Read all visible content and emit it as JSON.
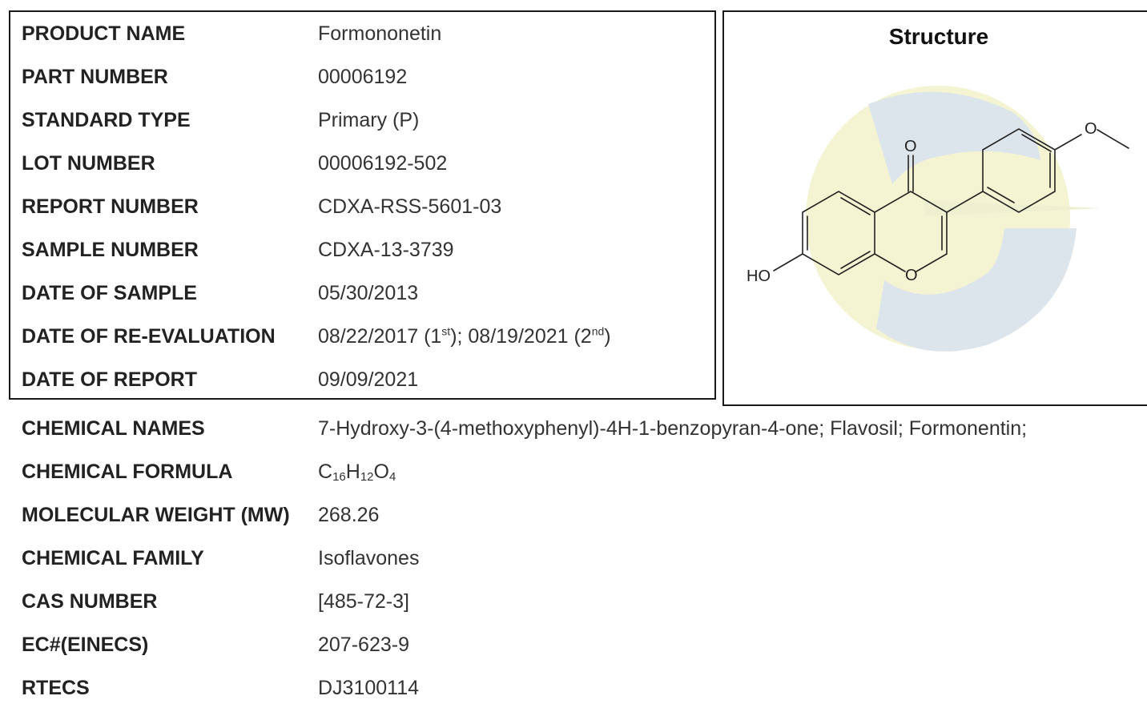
{
  "rows": [
    {
      "label": "PRODUCT NAME",
      "value": "Formononetin"
    },
    {
      "label": "PART NUMBER",
      "value": "00006192"
    },
    {
      "label": "STANDARD TYPE",
      "value": "Primary (P)"
    },
    {
      "label": "LOT NUMBER",
      "value": "00006192-502"
    },
    {
      "label": "REPORT NUMBER",
      "value": "CDXA-RSS-5601-03"
    },
    {
      "label": "SAMPLE NUMBER",
      "value": "CDXA-13-3739"
    },
    {
      "label": "DATE OF SAMPLE",
      "value": "05/30/2013"
    },
    {
      "label": "DATE OF RE-EVALUATION",
      "value_parts": [
        "08/22/2017 (1",
        "st",
        "); 08/19/2021 (2",
        "nd",
        ")"
      ]
    },
    {
      "label": "DATE OF REPORT",
      "value": "09/09/2021"
    },
    {
      "label": "CHEMICAL NAMES",
      "value": "7-Hydroxy-3-(4-methoxyphenyl)-4H-1-benzopyran-4-one; Flavosil; Formonentin;"
    },
    {
      "label": "CHEMICAL FORMULA",
      "value_parts": [
        "C",
        "16",
        "H",
        "12",
        "O",
        "4"
      ]
    },
    {
      "label": "MOLECULAR WEIGHT (MW)",
      "value": "268.26"
    },
    {
      "label": "CHEMICAL FAMILY",
      "value": "Isoflavones"
    },
    {
      "label": "CAS NUMBER",
      "value": "[485-72-3]"
    },
    {
      "label": "EC#(EINECS)",
      "value": "207-623-9"
    },
    {
      "label": "RTECS",
      "value": "DJ3100114"
    }
  ],
  "structure": {
    "title": "Structure",
    "atoms": {
      "carbonyl_o": "O",
      "ring_o": "O",
      "methoxy_o": "O",
      "hydroxyl": "HO"
    }
  },
  "colors": {
    "watermark_yellow": "#f4f4d2",
    "watermark_blue": "#dde5ec"
  }
}
